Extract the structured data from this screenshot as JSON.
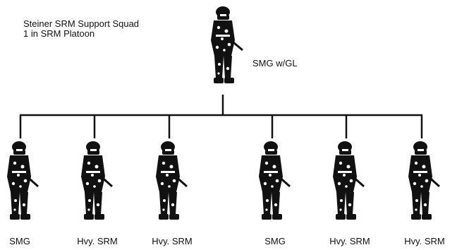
{
  "title": {
    "line1": "Steiner SRM Support Squad",
    "line2": "1 in SRM Platoon"
  },
  "leader": {
    "label": "SMG w/GL",
    "icon": "soldier-icon"
  },
  "members": [
    {
      "label": "SMG",
      "icon": "soldier-icon"
    },
    {
      "label": "Hvy. SRM",
      "icon": "soldier-icon"
    },
    {
      "label": "Hvy. SRM",
      "icon": "soldier-icon"
    },
    {
      "label": "SMG",
      "icon": "soldier-icon"
    },
    {
      "label": "Hvy. SRM",
      "icon": "soldier-icon"
    },
    {
      "label": "Hvy. SRM",
      "icon": "soldier-icon"
    }
  ],
  "colors": {
    "ink": "#111111",
    "background": "#ffffff"
  }
}
